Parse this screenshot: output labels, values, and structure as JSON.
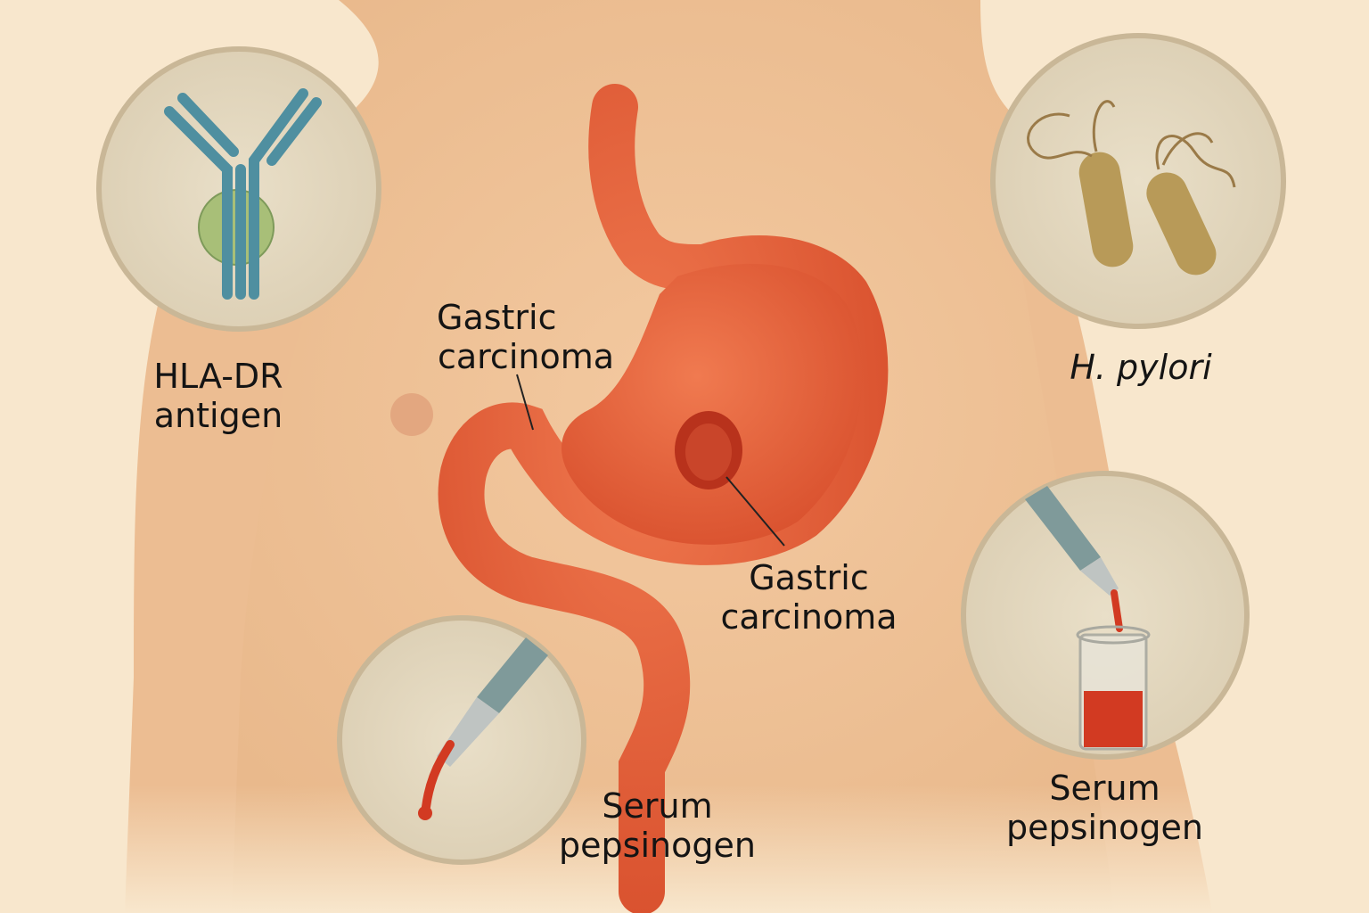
{
  "labels": {
    "hla_dr": {
      "line1": "HLA-DR",
      "line2": "antigen"
    },
    "gastric_top": {
      "line1": "Gastric",
      "line2": "carcinoma"
    },
    "h_pylori": {
      "line1": "H. pylori"
    },
    "gastric_right": {
      "line1": "Gastric",
      "line2": "carcinoma"
    },
    "serum_left": {
      "line1": "Serum",
      "line2": "pepsinogen"
    },
    "serum_right": {
      "line1": "Serum",
      "line2": "pepsinogen"
    }
  },
  "colors": {
    "background": "#f8e7cd",
    "skin": "#efc39a",
    "stomach": "#e8603c",
    "circle_fill": "#e4d8c0",
    "circle_border": "#c9b797",
    "antibody": "#4f8fa0",
    "antigen": "#a8bf78",
    "bacteria": "#b89a58",
    "blood": "#d23a22"
  }
}
